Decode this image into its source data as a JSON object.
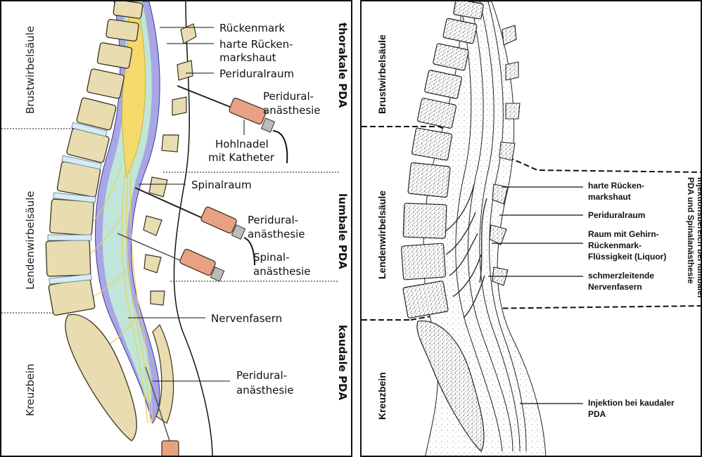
{
  "left": {
    "region_labels": [
      "Brustwirbelsäule",
      "Lendenwirbelsäule",
      "Kreuzbein"
    ],
    "pda_labels": [
      "thorakale PDA",
      "lumbale PDA",
      "kaudale PDA"
    ],
    "labels": {
      "rueckenmark": "Rückenmark",
      "harte_1": "harte Rücken-",
      "harte_2": "markshaut",
      "periduralraum": "Periduralraum",
      "peri1_1": "Peridural-",
      "peri1_2": "anästhesie",
      "hohlnadel_1": "Hohlnadel",
      "hohlnadel_2": "mit Katheter",
      "spinalraum": "Spinalraum",
      "peri2_1": "Peridural-",
      "peri2_2": "anästhesie",
      "spinal_1": "Spinal-",
      "spinal_2": "anästhesie",
      "nervenfasern": "Nervenfasern",
      "peri3_1": "Peridural-",
      "peri3_2": "anästhesie"
    }
  },
  "right": {
    "region_labels": [
      "Brustwirbelsäule",
      "Lendenwirbelsäule",
      "Kreuzbein"
    ],
    "vertical_label_1": "Injektionsbereich bei lumbaler",
    "vertical_label_2": "PDA und Spinalanästhesie",
    "labels": {
      "harte_1": "harte Rücken-",
      "harte_2": "markshaut",
      "periduralraum": "Periduralraum",
      "raum_1": "Raum mit Gehirn-",
      "raum_2": "Rückenmark-",
      "raum_3": "Flüssigkeit (Liquor)",
      "schmerz_1": "schmerzleitende",
      "schmerz_2": "Nervenfasern",
      "injektion_1": "Injektion bei kaudaler",
      "injektion_2": "PDA"
    }
  },
  "colors": {
    "bone": "#e8dcb0",
    "bone_outline": "#3a3220",
    "disc": "#d6ecf2",
    "dura": "#a9a6e6",
    "csf": "#bfe6d8",
    "nerve": "#f4da6a",
    "syringe": "#e9a184"
  }
}
